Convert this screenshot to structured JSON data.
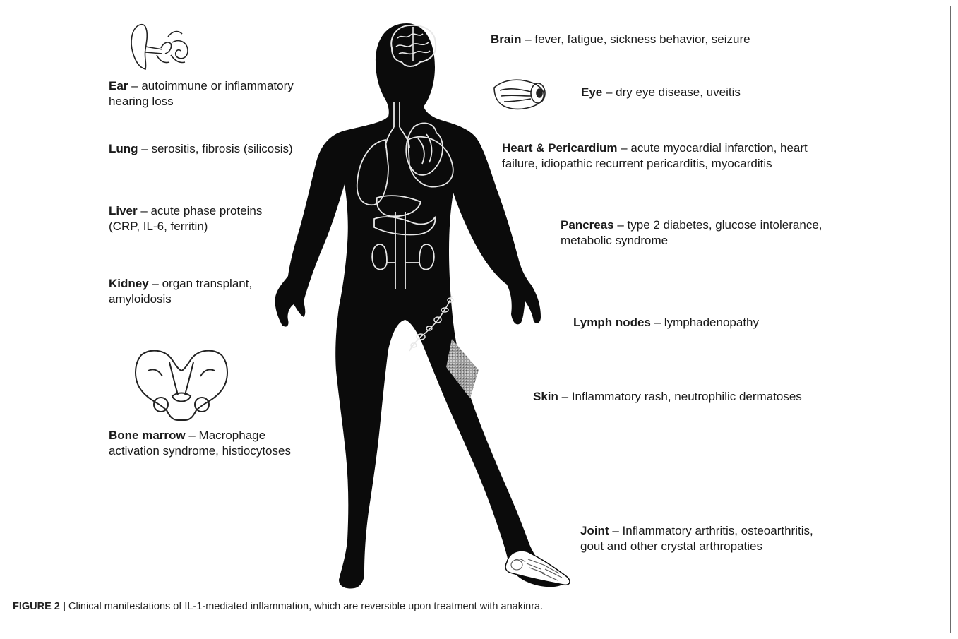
{
  "caption": {
    "label": "FIGURE 2 |",
    "text": " Clinical manifestations of IL-1-mediated inflammation, which are reversible upon treatment with anakinra."
  },
  "organs": {
    "ear": {
      "name": "Ear",
      "sep": " – ",
      "desc1": "autoimmune or inflammatory",
      "desc2": "hearing loss"
    },
    "lung": {
      "name": "Lung",
      "sep": " – ",
      "desc1": "serositis, fibrosis (silicosis)"
    },
    "liver": {
      "name": "Liver",
      "sep": " – ",
      "desc1": "acute phase proteins",
      "desc2": "(CRP, IL-6, ferritin)"
    },
    "kidney": {
      "name": "Kidney",
      "sep": " – ",
      "desc1": "organ transplant,",
      "desc2": "amyloidosis"
    },
    "bone": {
      "name": "Bone marrow",
      "sep": " – ",
      "desc1": "Macrophage",
      "desc2": "activation syndrome, histiocytoses"
    },
    "brain": {
      "name": "Brain",
      "sep": " – ",
      "desc1": "fever, fatigue, sickness behavior, seizure"
    },
    "eye": {
      "name": "Eye",
      "sep": " – ",
      "desc1": "dry eye disease, uveitis"
    },
    "heart": {
      "name": "Heart & Pericardium",
      "sep": " – ",
      "desc1": "acute myocardial infarction, heart",
      "desc2": "failure, idiopathic recurrent pericarditis, myocarditis"
    },
    "pancreas": {
      "name": "Pancreas",
      "sep": " – ",
      "desc1": "type 2 diabetes, glucose intolerance,",
      "desc2": "metabolic syndrome"
    },
    "lymph": {
      "name": "Lymph nodes",
      "sep": " – ",
      "desc1": "lymphadenopathy"
    },
    "skin": {
      "name": "Skin",
      "sep": " – ",
      "desc1": "Inflammatory rash, neutrophilic dermatoses"
    },
    "joint": {
      "name": "Joint",
      "sep": " – ",
      "desc1": "Inflammatory arthritis, osteoarthritis,",
      "desc2": "gout and other crystal arthropaties"
    }
  },
  "colors": {
    "silhouette": "#0b0b0b",
    "organ_line": "#e8e8e8",
    "frame": "#6b6b6b"
  }
}
